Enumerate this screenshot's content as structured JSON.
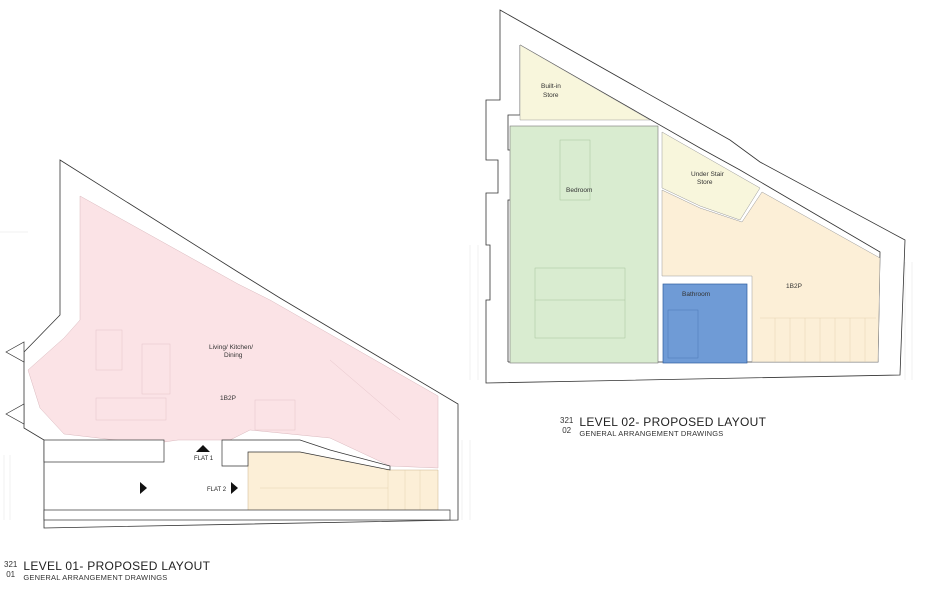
{
  "level02": {
    "rooms": {
      "builtin_store_1": "Built-in",
      "builtin_store_2": "Store",
      "bedroom": "Bedroom",
      "under_stair_1": "Under Stair",
      "under_stair_2": "Store",
      "bathroom": "Bathroom",
      "unit": "1B2P"
    },
    "title": {
      "number_top": "321",
      "number_bottom": "02",
      "main": "LEVEL 02- PROPOSED LAYOUT",
      "sub": "GENERAL ARRANGEMENT DRAWINGS"
    }
  },
  "level01": {
    "rooms": {
      "living_1": "Living/ Kitchen/",
      "living_2": "Dining",
      "unit": "1B2P",
      "flat1": "FLAT 1",
      "flat2": "FLAT 2"
    },
    "title": {
      "number_top": "321",
      "number_bottom": "01",
      "main": "LEVEL 01- PROPOSED LAYOUT",
      "sub": "GENERAL ARRANGEMENT DRAWINGS"
    }
  },
  "colors": {
    "living_pink": "#fbe3e6",
    "bedroom_green": "#d9ecd0",
    "bathroom_blue": "#6f9bd6",
    "store_yellow": "#f8f6dc",
    "stair_orange": "#fcefd7",
    "wall": "#ffffff",
    "line": "#333333"
  }
}
